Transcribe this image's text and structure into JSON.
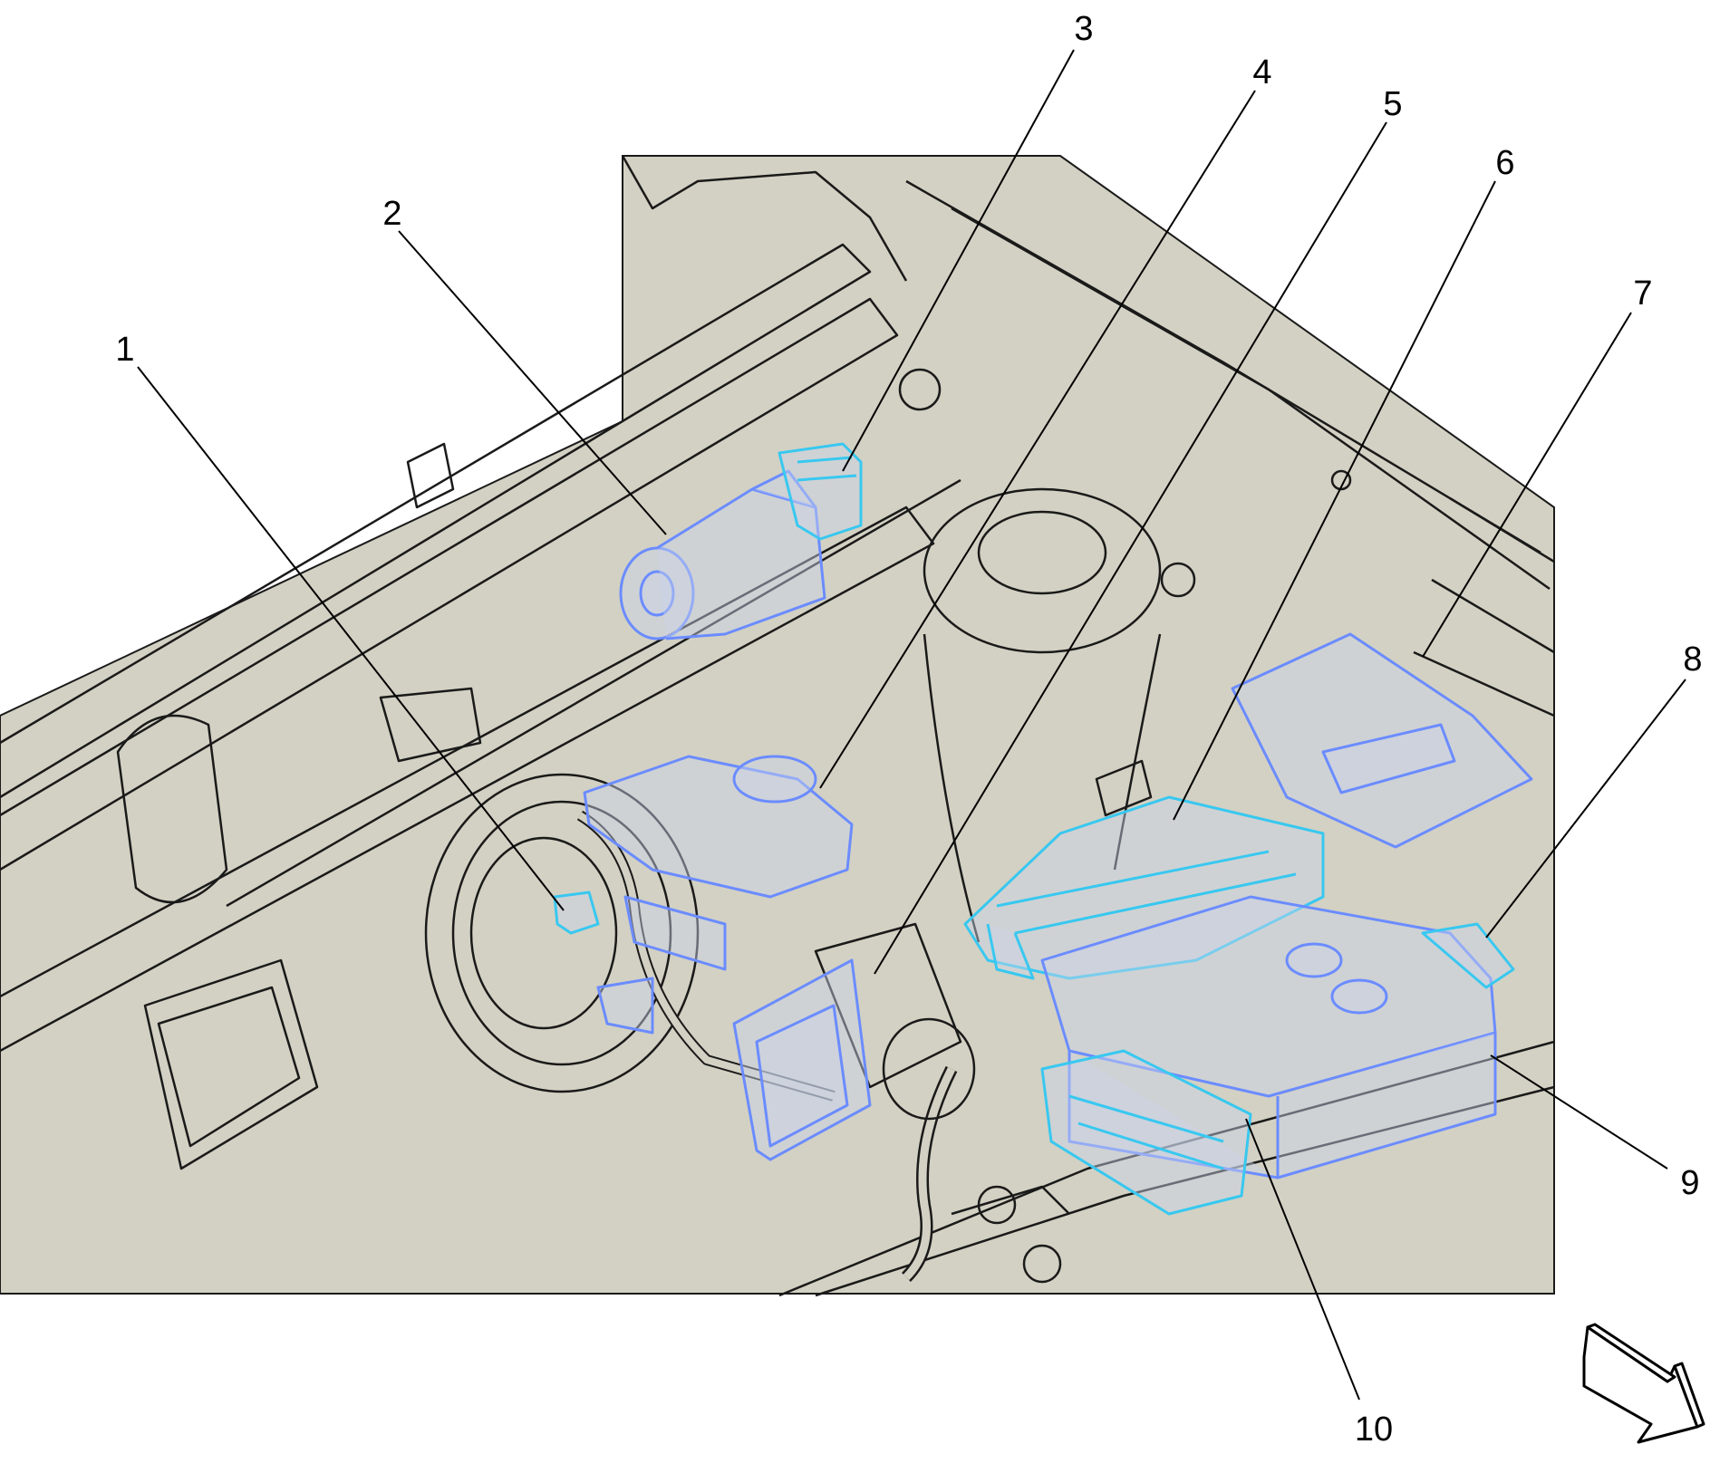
{
  "callouts": [
    {
      "id": 1,
      "label": "1"
    },
    {
      "id": 2,
      "label": "2"
    },
    {
      "id": 3,
      "label": "3"
    },
    {
      "id": 4,
      "label": "4"
    },
    {
      "id": 5,
      "label": "5"
    },
    {
      "id": 6,
      "label": "6"
    },
    {
      "id": 7,
      "label": "7"
    },
    {
      "id": 8,
      "label": "8"
    },
    {
      "id": 9,
      "label": "9"
    },
    {
      "id": 10,
      "label": "10"
    }
  ],
  "colors": {
    "background": "#ffffff",
    "illustration_fill": "#d3d1c3",
    "line": "#1a1a1a",
    "highlight": "#6b8cff",
    "highlight_cyan": "#38c8f0",
    "highlight_fill": "#c9d2e8"
  },
  "icons": {
    "orientation": "forward-arrow-icon"
  }
}
